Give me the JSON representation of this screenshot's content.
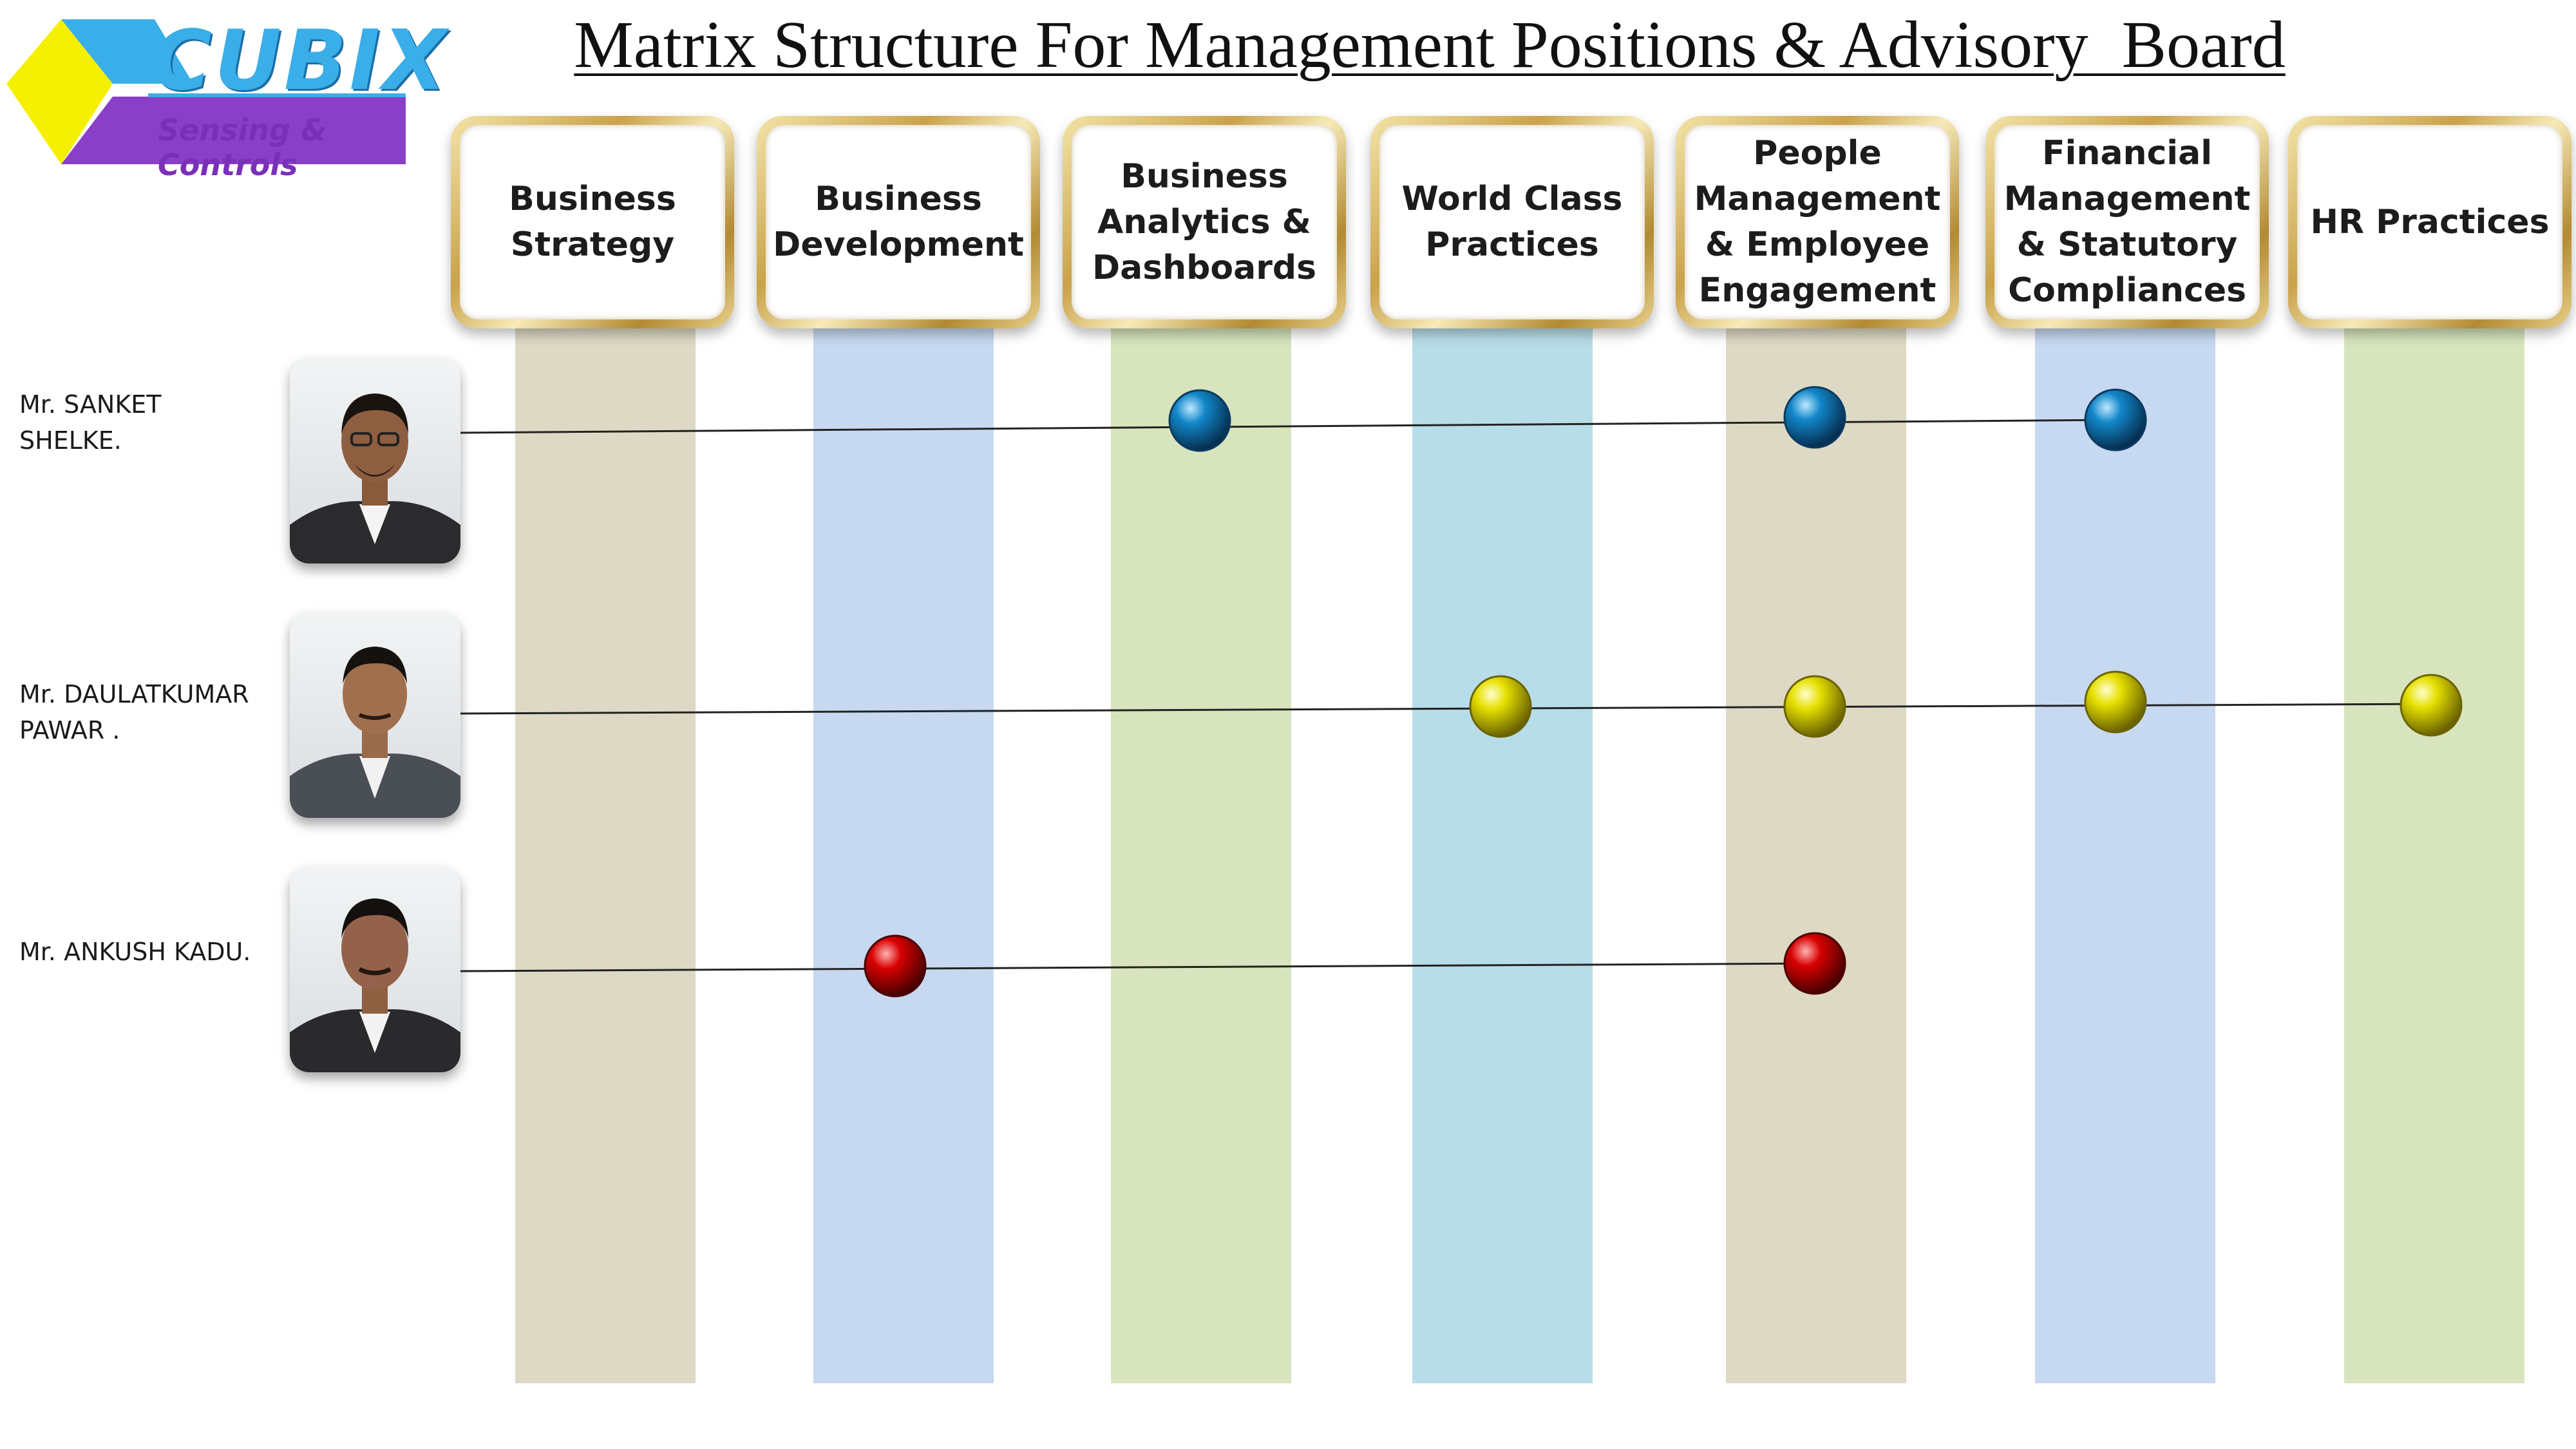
{
  "logo": {
    "brand": "CUBIX",
    "tagline": "Sensing & Controls",
    "colors": {
      "blue": "#3aaee8",
      "yellow": "#f5f000",
      "purple": "#8a3fc8"
    }
  },
  "title": "Matrix Structure For Management Positions & Advisory  Board",
  "columns": [
    {
      "label": "Business Strategy",
      "bar_color": "#ddd9c4"
    },
    {
      "label": "Business Development",
      "bar_color": "#c6d9f1"
    },
    {
      "label": "Business Analytics & Dashboards",
      "bar_color": "#d7e4bd"
    },
    {
      "label": "World  Class Practices",
      "bar_color": "#b7dde8"
    },
    {
      "label": "People Management & Employee Engagement",
      "bar_color": "#ddd9c4"
    },
    {
      "label": "Financial Management & Statutory Compliances",
      "bar_color": "#c6d9f1"
    },
    {
      "label": "HR Practices",
      "bar_color": "#d7e4bd"
    }
  ],
  "people": [
    {
      "name": "Mr. SANKET SHELKE.",
      "marker": "blue-ball",
      "color": "#1287c9",
      "roles": [
        2,
        4,
        5
      ]
    },
    {
      "name": "Mr. DAULATKUMAR PAWAR .",
      "marker": "yellow-ball",
      "color": "#e6e000",
      "roles": [
        3,
        4,
        5,
        6
      ]
    },
    {
      "name": "Mr. ANKUSH KADU.",
      "marker": "red-ball",
      "color": "#d80000",
      "roles": [
        1,
        4
      ]
    }
  ]
}
